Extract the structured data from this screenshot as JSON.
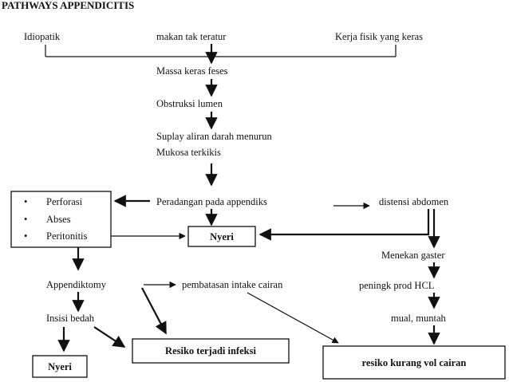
{
  "title": "PATHWAYS APPENDICITIS",
  "nodes": {
    "idiopatik": "Idiopatik",
    "makan": "makan tak teratur",
    "kerja": "Kerja fisik yang keras",
    "massa": "Massa keras feses",
    "obstruksi": "Obstruksi lumen",
    "suplay": "Suplay aliran darah menurun",
    "mukosa": "Mukosa terkikis",
    "peradangan": "Peradangan pada appendiks",
    "distensi": "distensi abdomen",
    "nyeri_center": "Nyeri",
    "menekan": "Menekan gaster",
    "peningk": "peningk prod HCL",
    "mual": "mual, muntah",
    "appendiktomy": "Appendiktomy",
    "pembatasan": "pembatasan intake cairan",
    "insisi": "Insisi bedah",
    "resiko_infeksi": "Resiko terjadi infeksi",
    "nyeri_bottom": "Nyeri",
    "resiko_cairan": "resiko kurang vol cairan"
  },
  "complications": [
    "Perforasi",
    "Abses",
    "Peritonitis"
  ]
}
